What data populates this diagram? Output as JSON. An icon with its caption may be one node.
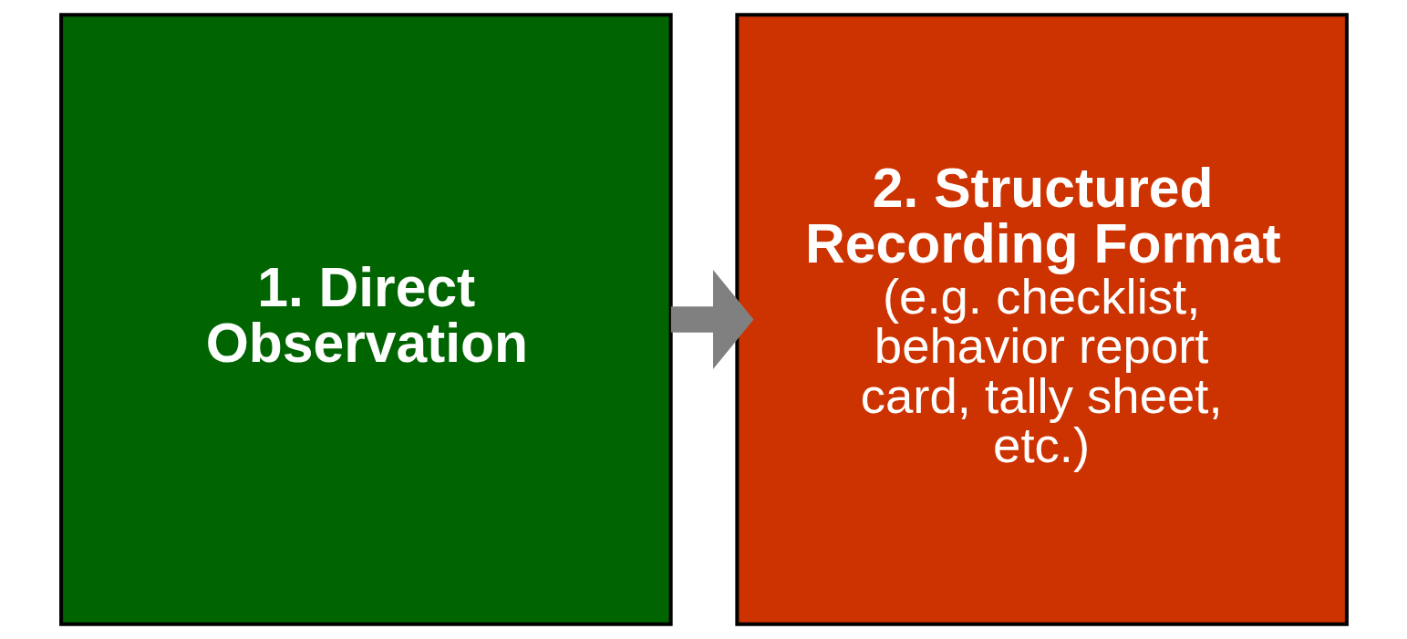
{
  "diagram": {
    "nodes": [
      {
        "text": [
          "1. Direct Observation"
        ]
      },
      {
        "text": [
          "2. Structured Recording Format",
          "(e.g. checklist, behavior report card, tally sheet, etc.)"
        ]
      }
    ],
    "edges": [
      {
        "from": 0,
        "to": 1,
        "arrow": "to"
      }
    ]
  }
}
